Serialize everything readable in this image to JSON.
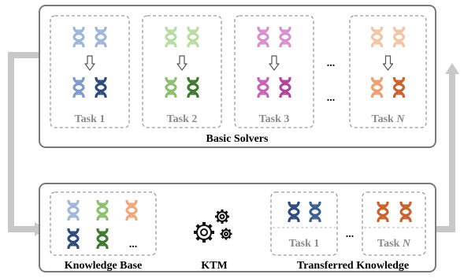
{
  "top_panel": {
    "caption": "Basic Solvers",
    "tasks": [
      {
        "label": "Task 1",
        "before_colors": [
          "#9fb7d9",
          "#9fb7d9"
        ],
        "after_colors": [
          "#7e9ccb",
          "#2f4c7e"
        ]
      },
      {
        "label": "Task 2",
        "before_colors": [
          "#b8dca4",
          "#b8dca4"
        ],
        "after_colors": [
          "#8cc06f",
          "#3f7a2e"
        ]
      },
      {
        "label": "Task 3",
        "before_colors": [
          "#d98fcf",
          "#d98fcf"
        ],
        "after_colors": [
          "#c663b8",
          "#b0449f"
        ]
      },
      {
        "label_prefix": "Task ",
        "label_italic": "N",
        "before_colors": [
          "#f5c4a2",
          "#f5c4a2"
        ],
        "after_colors": [
          "#eea071",
          "#c8632e"
        ]
      }
    ],
    "ellipsis": "..."
  },
  "bottom_panel": {
    "knowledge_base": {
      "caption": "Knowledge Base",
      "row1_colors": [
        "#9fb7d9",
        "#8cc06f",
        "#f0a77c"
      ],
      "row2_colors": [
        "#2f4c7e",
        "#3f7a2e"
      ],
      "ellipsis": "..."
    },
    "ktm": {
      "caption": "KTM",
      "icon": "gears-icon"
    },
    "transferred": {
      "caption": "Transferred Knowledge",
      "task1": {
        "label": "Task 1",
        "colors": [
          "#2f4c7e",
          "#3d5f93"
        ]
      },
      "taskN": {
        "label_prefix": "Task ",
        "label_italic": "N",
        "colors": [
          "#c8632e",
          "#c8632e"
        ]
      },
      "ellipsis": "..."
    }
  },
  "colors": {
    "panel_border": "#7a7a7a",
    "dashed_border": "#9a9a9a",
    "flow_arrow": "#c8c8c8"
  }
}
